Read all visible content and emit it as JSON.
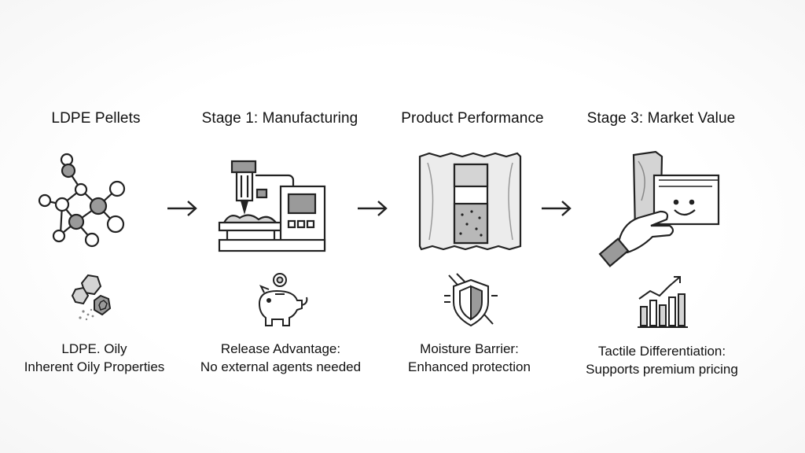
{
  "stages": [
    {
      "title": "LDPE Pellets",
      "illustration_icon": "molecule-network-icon",
      "small_icon": "pellets-icon",
      "caption_line1": "LDPE. Oily",
      "caption_line2": "Inherent Oily Properties"
    },
    {
      "title": "Stage 1: Manufacturing",
      "illustration_icon": "manufacturing-machine-icon",
      "small_icon": "piggy-bank-icon",
      "caption_line1": "Release Advantage:",
      "caption_line2": "No external agents needed"
    },
    {
      "title": "Product Performance",
      "illustration_icon": "sealed-package-icon",
      "small_icon": "shield-icon",
      "caption_line1": "Moisture Barrier:",
      "caption_line2": "Enhanced protection"
    },
    {
      "title": "Stage 3: Market Value",
      "illustration_icon": "hand-holding-package-icon",
      "small_icon": "bar-chart-growth-icon",
      "caption_line1": "Tactile Differentiation:",
      "caption_line2": "Supports premium pricing"
    }
  ],
  "arrows": [
    "right-arrow-icon",
    "right-arrow-icon",
    "right-arrow-icon"
  ],
  "colors": {
    "stroke": "#222222",
    "fill_gray": "#9a9a9a",
    "fill_light": "#d4d4d4"
  }
}
